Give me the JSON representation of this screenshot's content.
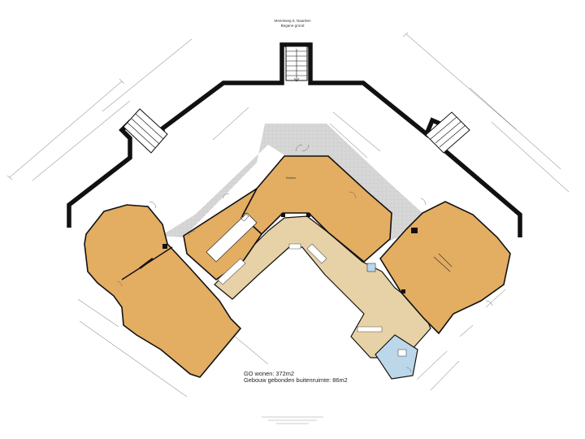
{
  "header": {
    "address": "Meentweg 6, Naarden",
    "floor": "Begane grond"
  },
  "areas": {
    "living": "GO wonen: 372m2",
    "outdoor": "Gebouw gebonden buitenruimte: 86m2"
  },
  "rooms": {
    "top_room_label": "Keuken"
  },
  "colors": {
    "room": "#e3ad62",
    "hall": "#e6d2a6",
    "terrace": "#d7d7d7",
    "bath": "#bdd7ea",
    "wall": "#111111"
  }
}
